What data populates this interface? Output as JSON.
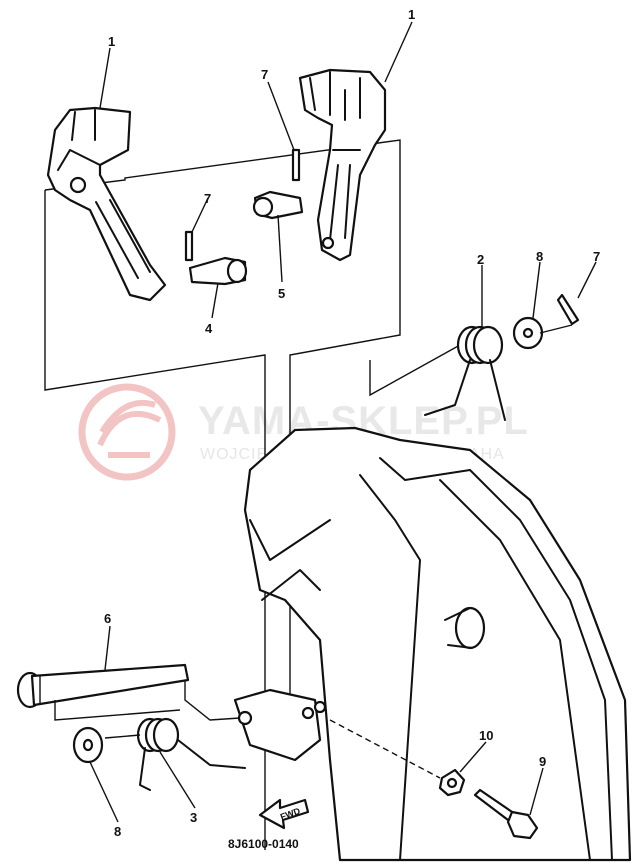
{
  "diagram": {
    "code": "8J6100-0140",
    "fwd_label": "FWD",
    "watermark": {
      "brand": "YAMA-SKLEP.PL",
      "dealer": "WOJCIECHOWSKI DEALER YAMAHA"
    },
    "callouts": [
      {
        "id": "c1a",
        "label": "1"
      },
      {
        "id": "c1b",
        "label": "1"
      },
      {
        "id": "c7a",
        "label": "7"
      },
      {
        "id": "c7b",
        "label": "7"
      },
      {
        "id": "c7c",
        "label": "7"
      },
      {
        "id": "c5",
        "label": "5"
      },
      {
        "id": "c4",
        "label": "4"
      },
      {
        "id": "c2",
        "label": "2"
      },
      {
        "id": "c8a",
        "label": "8"
      },
      {
        "id": "c6",
        "label": "6"
      },
      {
        "id": "c3",
        "label": "3"
      },
      {
        "id": "c8b",
        "label": "8"
      },
      {
        "id": "c10",
        "label": "10"
      },
      {
        "id": "c9",
        "label": "9"
      }
    ],
    "colors": {
      "ink": "#111111",
      "watermark_red": "#f3c4c4",
      "watermark_grey": "#e6e6e6"
    }
  }
}
